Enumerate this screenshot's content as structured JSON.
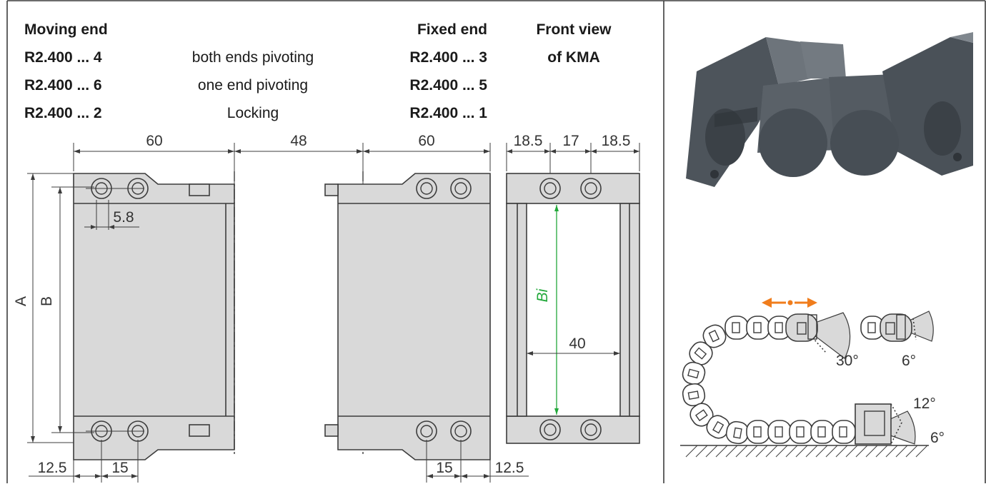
{
  "header": {
    "moving_end": "Moving end",
    "fixed_end": "Fixed end",
    "front_view_1": "Front view",
    "front_view_2": "of KMA",
    "rows": [
      {
        "moving": "R2.400 ... 4",
        "desc": "both ends pivoting",
        "fixed": "R2.400 ... 3"
      },
      {
        "moving": "R2.400 ... 6",
        "desc": "one end pivoting",
        "fixed": "R2.400 ... 5"
      },
      {
        "moving": "R2.400 ... 2",
        "desc": "Locking",
        "fixed": "R2.400 ... 1"
      }
    ]
  },
  "dimensions": {
    "moving_width": "60",
    "gap": "48",
    "fixed_width": "60",
    "front_left": "18.5",
    "front_mid": "17",
    "front_right": "18.5",
    "hole": "5.8",
    "A": "A",
    "B": "B",
    "Bi": "Bi",
    "front_inner": "40",
    "left_edge": "12.5",
    "left_pitch": "15",
    "right_pitch": "15",
    "right_edge": "12.5"
  },
  "angles": {
    "top_moving": "30°",
    "top_fixed": "6°",
    "bottom_upper": "12°",
    "bottom_lower": "6°"
  },
  "colors": {
    "part_fill": "#d9d9d9",
    "photo_body": "#5a6168",
    "bi_line": "#22a83a",
    "arrow": "#f07d1c"
  }
}
